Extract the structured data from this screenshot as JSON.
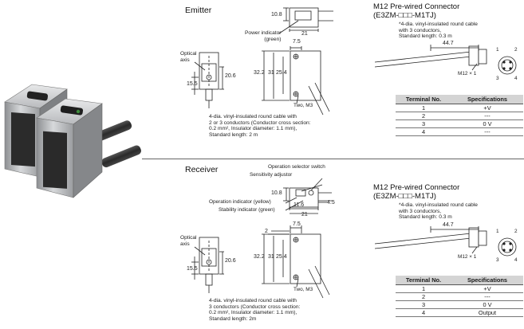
{
  "emitter": {
    "heading": "Emitter",
    "dim_height": "10.8",
    "dim_width": "21",
    "power_indicator": "Power indicator\n(green)",
    "optical_axis": "Optical\naxis",
    "dim_15_5": "15.5",
    "dim_20_6": "20.6",
    "dim_7_5": "7.5",
    "dim_32_2": "32.2",
    "dim_31": "31",
    "dim_25_4": "25.4",
    "screw": "Two, M3",
    "cable_note": "4-dia. vinyl-insulated round cable with\n2 or 3 conductors (Conductor cross section:\n0.2 mm², Insulator diameter: 1.1 mm),\nStandard length: 2 m",
    "connector_title": "M12 Pre-wired Connector",
    "connector_model": "(E3ZM-□□□-M1TJ)",
    "connector_note": "*4-dia. vinyl-insulated round cable\nwith 3 conductors,\nStandard length: 0.3 m",
    "dim_44_7": "44.7",
    "thread": "M12 × 1",
    "pins": [
      "1",
      "2",
      "3",
      "4"
    ],
    "table": {
      "headers": [
        "Terminal No.",
        "Specifications"
      ],
      "rows": [
        [
          "1",
          "+V"
        ],
        [
          "2",
          "---"
        ],
        [
          "3",
          "0 V"
        ],
        [
          "4",
          "---"
        ]
      ]
    }
  },
  "receiver": {
    "heading": "Receiver",
    "op_selector": "Operation selector switch",
    "sens_adjuster": "Sensitivity adjustor",
    "dim_height": "10.8",
    "dim_11_6": "11.6",
    "dim_4_5": "4.5",
    "dim_width": "21",
    "op_indicator": "Operation indicator (yellow)",
    "stab_indicator": "Stability indicator (green)",
    "optical_axis": "Optical\naxis",
    "dim_15_5": "15.5",
    "dim_20_6": "20.6",
    "dim_2": "2",
    "dim_7_5": "7.5",
    "dim_32_2": "32.2",
    "dim_31": "31",
    "dim_25_4": "25.4",
    "screw": "Two, M3",
    "cable_note": "4-dia. vinyl-insulated round cable with\n3 conductors (Conductor cross section:\n0.2 mm², Insulator diameter: 1.1 mm),\nStandard length: 2m",
    "connector_title": "M12 Pre-wired Connector",
    "connector_model": "(E3ZM-□□□-M1TJ)",
    "connector_note": "*4-dia. vinyl-insulated round cable\nwith 3 conductors,\nStandard length: 0.3 m",
    "dim_44_7": "44.7",
    "thread": "M12 × 1",
    "pins": [
      "1",
      "2",
      "3",
      "4"
    ],
    "table": {
      "headers": [
        "Terminal No.",
        "Specifications"
      ],
      "rows": [
        [
          "1",
          "+V"
        ],
        [
          "2",
          "---"
        ],
        [
          "3",
          "0 V"
        ],
        [
          "4",
          "Output"
        ]
      ]
    }
  },
  "colors": {
    "ink": "#222222",
    "table_header": "#d4d4d4",
    "cable": "#3a3a3a"
  }
}
